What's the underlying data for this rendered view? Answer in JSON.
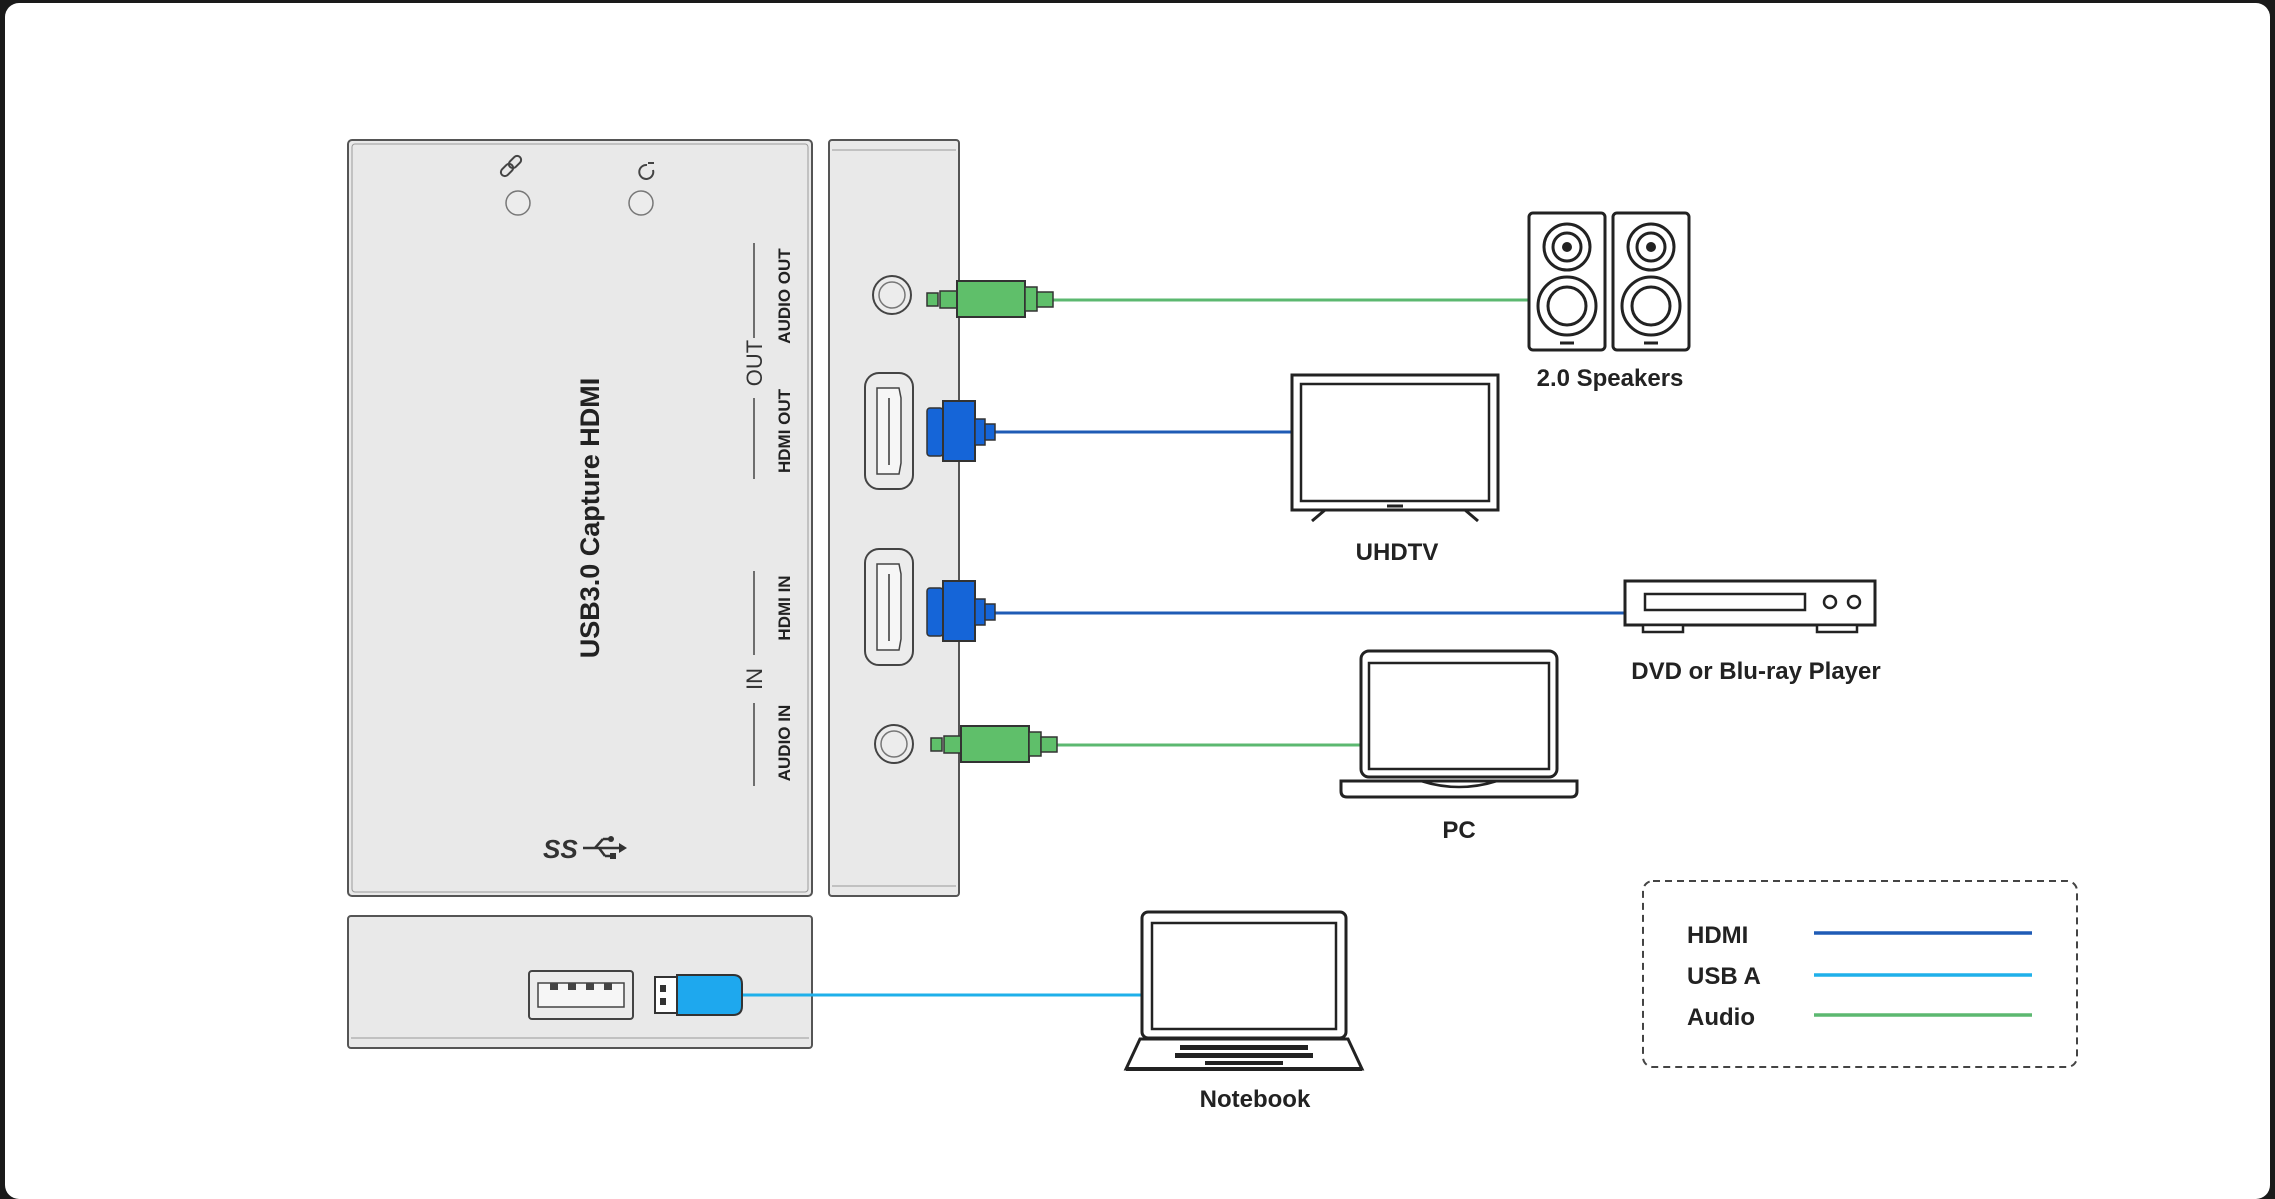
{
  "device": {
    "title": "USB3.0 Capture HDMI",
    "ss_logo": "SS",
    "group_out": "OUT",
    "group_in": "IN",
    "port_audio_out": "AUDIO OUT",
    "port_hdmi_out": "HDMI OUT",
    "port_hdmi_in": "HDMI IN",
    "port_audio_in": "AUDIO IN"
  },
  "devices": {
    "speakers": "2.0 Speakers",
    "tv": "UHDTV",
    "player": "DVD or Blu-ray Player",
    "pc": "PC",
    "notebook": "Notebook"
  },
  "legend": {
    "items": [
      {
        "label": "HDMI",
        "color": "#1f5bb5"
      },
      {
        "label": "USB A",
        "color": "#1fb0ea"
      },
      {
        "label": "Audio",
        "color": "#5cb870"
      }
    ]
  },
  "colors": {
    "hdmi": "#1f5bb5",
    "usb": "#1fb0ea",
    "audio": "#5cb870",
    "hdmi_plug": "#1565d8",
    "usb_plug": "#1ea8ee",
    "audio_plug": "#5fbf6a"
  }
}
